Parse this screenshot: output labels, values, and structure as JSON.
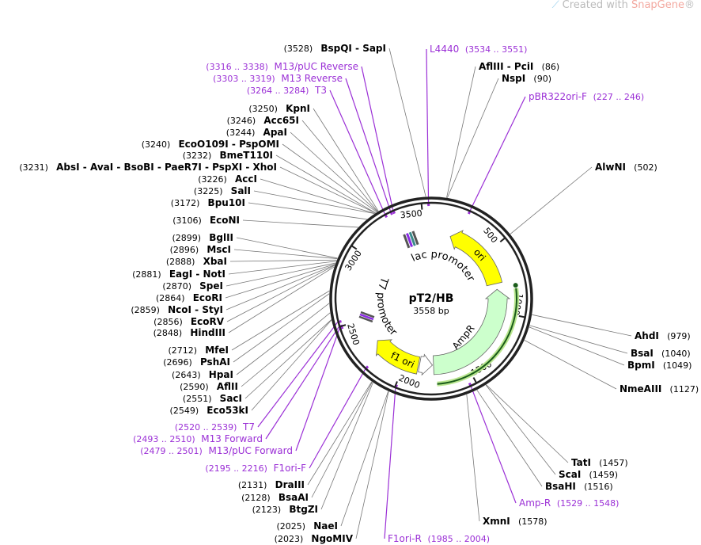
{
  "watermark": {
    "prefix": "Created with ",
    "brand": "SnapGene",
    "reg": "®"
  },
  "plasmid": {
    "name": "pT2/HB",
    "size": "3558 bp",
    "length": 3558
  },
  "ticks": [
    {
      "loc": 500,
      "label": "500"
    },
    {
      "loc": 1000,
      "label": "1000"
    },
    {
      "loc": 1500,
      "label": "1500"
    },
    {
      "loc": 2000,
      "label": "2000"
    },
    {
      "loc": 2500,
      "label": "2500"
    },
    {
      "loc": 3000,
      "label": "3000"
    },
    {
      "loc": 3500,
      "label": "3500"
    }
  ],
  "features": {
    "ori": "ori",
    "ampr": "AmpR",
    "f1ori": "f1 ori",
    "lac": "lac promoter",
    "t7": "T7 promoter"
  },
  "colors": {
    "enzyme_line": "#777777",
    "primer": "#9b30d6",
    "feature_yellow": "#ffff00",
    "ampr_fill": "#ccffcc",
    "primer_arc": "#1a5c1a"
  },
  "sites": [
    {
      "loc": 3528,
      "pos": "(3528)",
      "name": "BspQI  - SapI",
      "type": "enzyme"
    },
    {
      "loc": 3327,
      "pos": "(3316 .. 3338)",
      "name": "M13/pUC Reverse",
      "type": "primer"
    },
    {
      "loc": 3311,
      "pos": "(3303 .. 3319)",
      "name": "M13 Reverse",
      "type": "primer"
    },
    {
      "loc": 3274,
      "pos": "(3264 .. 3284)",
      "name": "T3",
      "type": "primer"
    },
    {
      "loc": 3250,
      "pos": "(3250)",
      "name": "KpnI",
      "type": "enzyme"
    },
    {
      "loc": 3246,
      "pos": "(3246)",
      "name": "Acc65I",
      "type": "enzyme"
    },
    {
      "loc": 3244,
      "pos": "(3244)",
      "name": "ApaI",
      "type": "enzyme"
    },
    {
      "loc": 3240,
      "pos": "(3240)",
      "name": "EcoO109I - PspOMI",
      "type": "enzyme"
    },
    {
      "loc": 3232,
      "pos": "(3232)",
      "name": "BmeT110I",
      "type": "enzyme"
    },
    {
      "loc": 3231,
      "pos": "(3231)",
      "name": "AbsI  - AvaI  - BsoBI - PaeR7I - PspXI - XhoI",
      "type": "enzyme"
    },
    {
      "loc": 3226,
      "pos": "(3226)",
      "name": "AccI",
      "type": "enzyme"
    },
    {
      "loc": 3225,
      "pos": "(3225)",
      "name": "SalI",
      "type": "enzyme"
    },
    {
      "loc": 3172,
      "pos": "(3172)",
      "name": "Bpu10I",
      "type": "enzyme"
    },
    {
      "loc": 3106,
      "pos": "(3106)",
      "name": "EcoNI",
      "type": "enzyme"
    },
    {
      "loc": 2899,
      "pos": "(2899)",
      "name": "BglII",
      "type": "enzyme"
    },
    {
      "loc": 2896,
      "pos": "(2896)",
      "name": "MscI",
      "type": "enzyme"
    },
    {
      "loc": 2888,
      "pos": "(2888)",
      "name": "XbaI",
      "type": "enzyme"
    },
    {
      "loc": 2881,
      "pos": "(2881)",
      "name": "EagI - NotI",
      "type": "enzyme"
    },
    {
      "loc": 2870,
      "pos": "(2870)",
      "name": "SpeI",
      "type": "enzyme"
    },
    {
      "loc": 2864,
      "pos": "(2864)",
      "name": "EcoRI",
      "type": "enzyme"
    },
    {
      "loc": 2859,
      "pos": "(2859)",
      "name": "NcoI - StyI",
      "type": "enzyme"
    },
    {
      "loc": 2856,
      "pos": "(2856)",
      "name": "EcoRV",
      "type": "enzyme"
    },
    {
      "loc": 2848,
      "pos": "(2848)",
      "name": "HindIII",
      "type": "enzyme"
    },
    {
      "loc": 2712,
      "pos": "(2712)",
      "name": "MfeI",
      "type": "enzyme"
    },
    {
      "loc": 2696,
      "pos": "(2696)",
      "name": "PshAI",
      "type": "enzyme"
    },
    {
      "loc": 2643,
      "pos": "(2643)",
      "name": "HpaI",
      "type": "enzyme"
    },
    {
      "loc": 2590,
      "pos": "(2590)",
      "name": "AflII",
      "type": "enzyme"
    },
    {
      "loc": 2551,
      "pos": "(2551)",
      "name": "SacI",
      "type": "enzyme"
    },
    {
      "loc": 2549,
      "pos": "(2549)",
      "name": "Eco53kI",
      "type": "enzyme"
    },
    {
      "loc": 2529,
      "pos": "(2520 .. 2539)",
      "name": "T7",
      "type": "primer"
    },
    {
      "loc": 2501,
      "pos": "(2493 .. 2510)",
      "name": "M13 Forward",
      "type": "primer"
    },
    {
      "loc": 2490,
      "pos": "(2479 .. 2501)",
      "name": "M13/pUC Forward",
      "type": "primer"
    },
    {
      "loc": 2205,
      "pos": "(2195 .. 2216)",
      "name": "F1ori-F",
      "type": "primer"
    },
    {
      "loc": 2131,
      "pos": "(2131)",
      "name": "DraIII",
      "type": "enzyme"
    },
    {
      "loc": 2128,
      "pos": "(2128)",
      "name": "BsaAI",
      "type": "enzyme"
    },
    {
      "loc": 2123,
      "pos": "(2123)",
      "name": "BtgZI",
      "type": "enzyme"
    },
    {
      "loc": 2025,
      "pos": "(2025)",
      "name": "NaeI",
      "type": "enzyme"
    },
    {
      "loc": 2023,
      "pos": "(2023)",
      "name": "NgoMIV",
      "type": "enzyme"
    },
    {
      "loc": 3542,
      "pos": "(3534 .. 3551)",
      "name": "L4440",
      "type": "primer"
    },
    {
      "loc": 86,
      "pos": "(86)",
      "name": "AflIII - PciI",
      "type": "enzyme"
    },
    {
      "loc": 90,
      "pos": "(90)",
      "name": "NspI",
      "type": "enzyme"
    },
    {
      "loc": 236,
      "pos": "(227 .. 246)",
      "name": "pBR322ori-F",
      "type": "primer"
    },
    {
      "loc": 502,
      "pos": "(502)",
      "name": "AlwNI",
      "type": "enzyme"
    },
    {
      "loc": 979,
      "pos": "(979)",
      "name": "AhdI",
      "type": "enzyme"
    },
    {
      "loc": 1040,
      "pos": "(1040)",
      "name": "BsaI",
      "type": "enzyme"
    },
    {
      "loc": 1049,
      "pos": "(1049)",
      "name": "BpmI",
      "type": "enzyme"
    },
    {
      "loc": 1127,
      "pos": "(1127)",
      "name": "NmeAIII",
      "type": "enzyme"
    },
    {
      "loc": 1457,
      "pos": "(1457)",
      "name": "TatI",
      "type": "enzyme"
    },
    {
      "loc": 1459,
      "pos": "(1459)",
      "name": "ScaI",
      "type": "enzyme"
    },
    {
      "loc": 1516,
      "pos": "(1516)",
      "name": "BsaHI",
      "type": "enzyme"
    },
    {
      "loc": 1538,
      "pos": "(1529 .. 1548)",
      "name": "Amp-R",
      "type": "primer"
    },
    {
      "loc": 1578,
      "pos": "(1578)",
      "name": "XmnI",
      "type": "enzyme"
    },
    {
      "loc": 1994,
      "pos": "(1985 .. 2004)",
      "name": "F1ori-R",
      "type": "primer"
    }
  ]
}
